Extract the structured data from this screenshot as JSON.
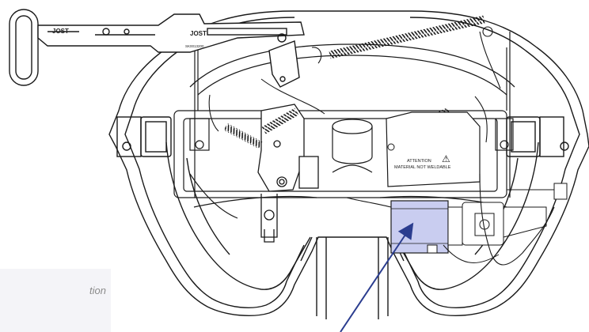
{
  "diagram": {
    "brand_text": "JOST",
    "part_number": "SK0013200",
    "warning_line1": "ATTENTION",
    "warning_line2": "MATERIAL NOT WELDABLE",
    "warning_symbol": "⚠",
    "caption_fragment": "tion",
    "arrow_color": "#2b3d8f",
    "highlight_color": "#c9cdf0",
    "line_color": "#1a1a1a"
  }
}
